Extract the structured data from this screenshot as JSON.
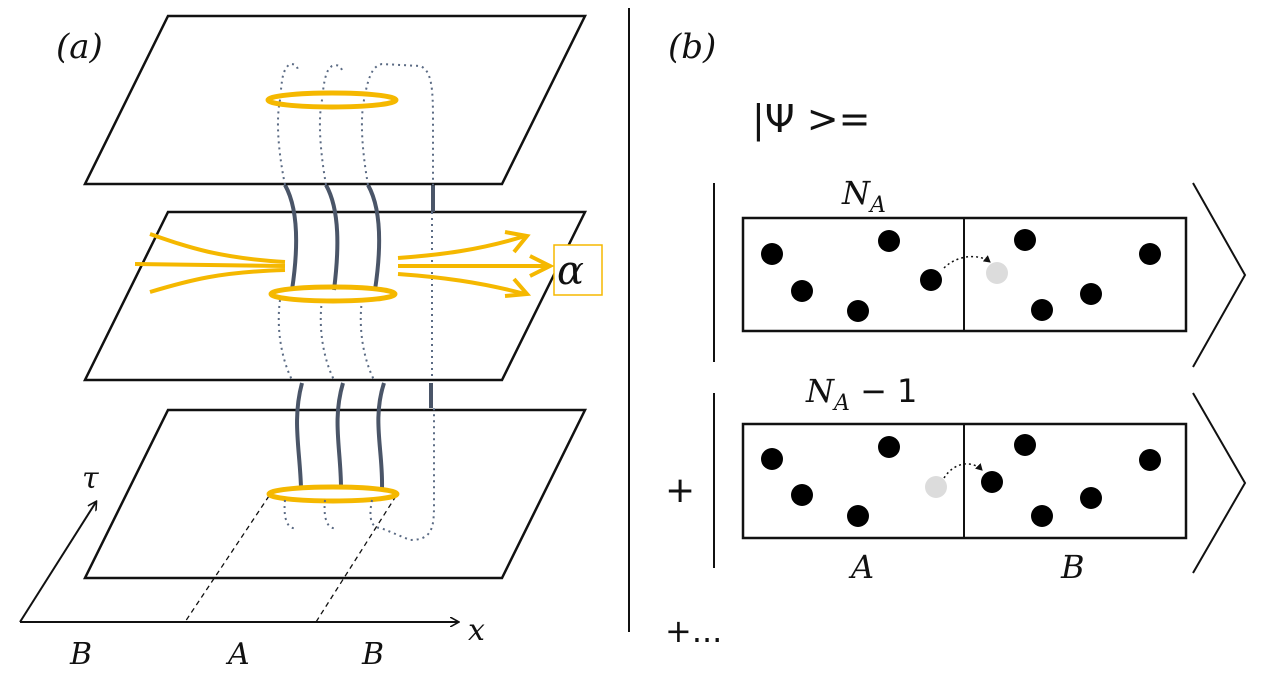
{
  "panel_a": {
    "label": "(a)",
    "tau_label": "τ",
    "x_label": "x",
    "region_labels": [
      "B",
      "A",
      "B"
    ],
    "alpha_label": "α"
  },
  "panel_b": {
    "label": "(b)",
    "psi_label": "|Ψ >=",
    "state1_top_label": "N",
    "state1_top_sub": "A",
    "state2_top_label": "N",
    "state2_top_sub": "A",
    "state2_top_suffix": " − 1",
    "plus_sign": "+",
    "ellipsis": "+...",
    "region_a": "A",
    "region_b": "B"
  },
  "colors": {
    "ring": "#f5b800",
    "tube": "#4a5568",
    "particle": "#000000",
    "hole": "#d9d9d9"
  }
}
